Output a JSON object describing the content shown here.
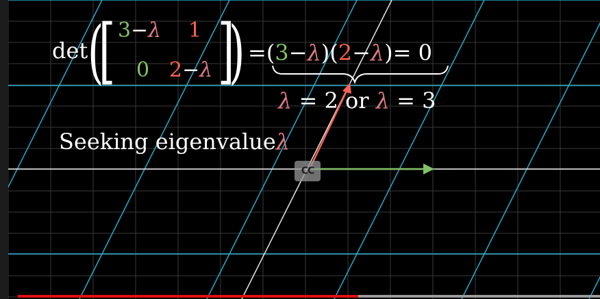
{
  "video": {
    "progress_fraction": 0.585
  },
  "controls": {
    "cc_label": "CC",
    "cc_icon": "closed-captions-icon"
  },
  "overlay": {
    "det_word": "det",
    "matrix": {
      "a11": "3",
      "a11_minus": "−",
      "a11_lambda": "λ",
      "a12": "1",
      "a21": "0",
      "a22": "2",
      "a22_minus": "−",
      "a22_lambda": "λ"
    },
    "equation": {
      "equals1": "=(",
      "f1_num": "3",
      "f1_minus": "−",
      "f1_lambda": "λ",
      "mid": ")(",
      "f2_num": "2",
      "f2_minus": "−",
      "f2_lambda": "λ",
      "end": ")= 0"
    },
    "solution": {
      "lambda1": "λ",
      "part1": " = 2 or ",
      "lambda2": "λ",
      "part2": " = 3"
    },
    "seeking": {
      "text": "Seeking eigenvalue",
      "lambda": "λ"
    }
  },
  "colors": {
    "green": "#83c167",
    "red": "#fc6255",
    "pink": "#e07a85",
    "blue_grid": "#29abca",
    "background": "#000000",
    "progress": "#e01010"
  }
}
